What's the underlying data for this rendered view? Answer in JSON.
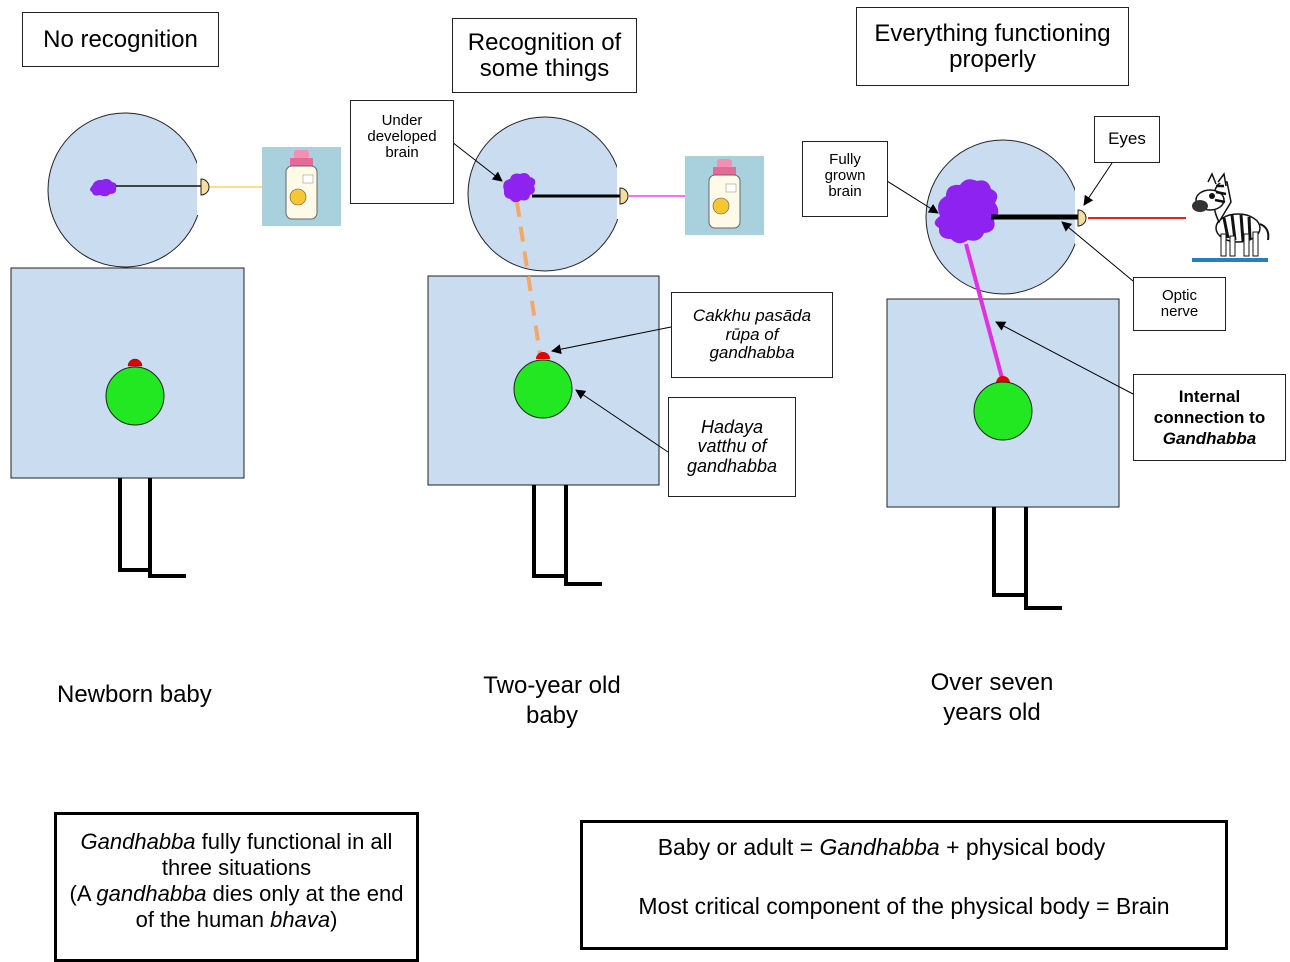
{
  "titles": {
    "newborn": "No recognition",
    "two_year": "Recognition of some things",
    "seven_year": "Everything functioning properly"
  },
  "captions": {
    "newborn": "Newborn baby",
    "two_year_line1": "Two-year old",
    "two_year_line2": "baby",
    "seven_year_line1": "Over seven",
    "seven_year_line2": "years old"
  },
  "callouts": {
    "under_developed_brain": "Under developed brain",
    "cakkhu": "Cakkhu pasāda rūpa of gandhabba",
    "hadaya": "Hadaya vatthu of gandhabba",
    "fully_grown_brain": "Fully grown brain",
    "eyes": "Eyes",
    "optic_nerve": "Optic nerve",
    "internal_connection_line1": "Internal",
    "internal_connection_line2": "connection to",
    "internal_connection_line3": "Gandhabba"
  },
  "bottom_left": {
    "w1": "Gandhabba",
    "w2": " fully functional in all three situations",
    "w3": "(A ",
    "w4": "gandhabba",
    "w5": " dies only at the end of the human ",
    "w6": "bhava",
    "w7": ")"
  },
  "bottom_right": {
    "line1_a": "Baby or adult = ",
    "line1_b": "Gandhabba",
    "line1_c": " + physical body",
    "line2": "Most critical component of the physical body = Brain"
  },
  "colors": {
    "body_fill": "#c9dcf0",
    "brain": "#8e22f0",
    "heart": "#22e822",
    "cakkhu": "#e00000",
    "eye": "#f7dd9a",
    "nerve_newborn": "#f5d36b",
    "nerve_two_year": "#ee44ee",
    "nerve_seven_year": "#e82020",
    "internal_two_year": "#f3a868",
    "internal_seven_year": "#e030e0",
    "bottle_bg": "#a9d1dd"
  },
  "icons": [
    "baby-bottle-icon",
    "zebra-icon"
  ]
}
